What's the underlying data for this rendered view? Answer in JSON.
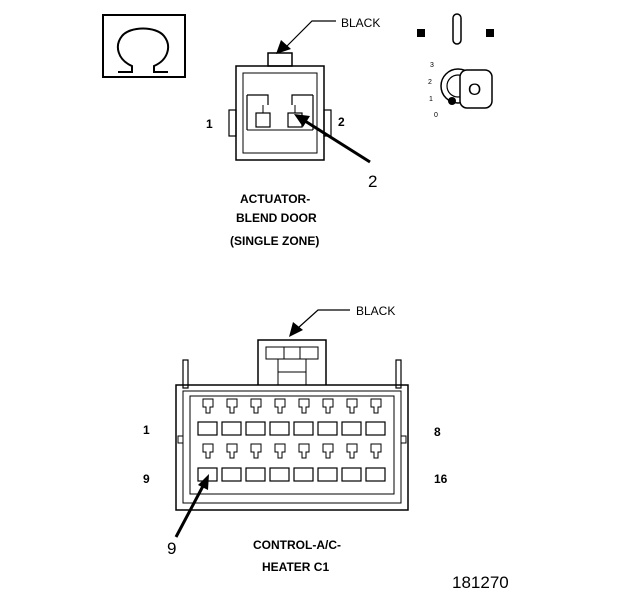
{
  "top_connector": {
    "color_label": "BLACK",
    "pin_left": "1",
    "pin_right": "2",
    "callout": "2",
    "title_lines": [
      "ACTUATOR-",
      "BLEND DOOR",
      "(SINGLE ZONE)"
    ]
  },
  "bottom_connector": {
    "color_label": "BLACK",
    "pin_top_left": "1",
    "pin_top_right": "8",
    "pin_bottom_left": "9",
    "pin_bottom_right": "16",
    "callout": "9",
    "title_lines": [
      "CONTROL-A/C-",
      "HEATER C1"
    ]
  },
  "key_positions": [
    "3",
    "2",
    "1",
    "0"
  ],
  "key_letter": "O",
  "figure_number": "181270",
  "icons": [
    "omega-symbol-icon",
    "ignition-key-icon",
    "switch-position-icon"
  ]
}
